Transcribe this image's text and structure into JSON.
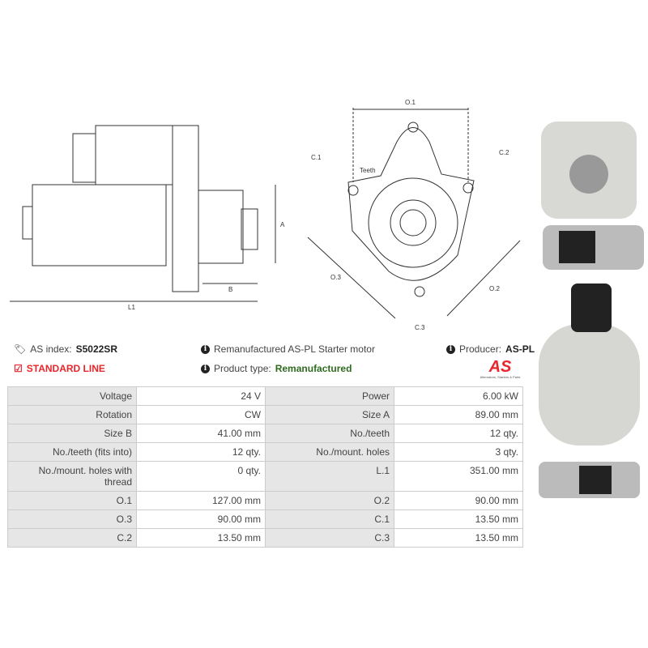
{
  "diagram_labels": {
    "a": "A",
    "b": "B",
    "l1": "L1",
    "o1": "O.1",
    "o2": "O.2",
    "o3": "O.3",
    "c1": "C.1",
    "c2": "C.2",
    "c3": "C.3",
    "teeth": "Teeth"
  },
  "info": {
    "as_index_label": "AS index:",
    "as_index_value": "S5022SR",
    "standard_line": "STANDARD LINE",
    "description": "Remanufactured AS-PL Starter motor",
    "product_type_label": "Product type:",
    "product_type_value": "Remanufactured",
    "producer_label": "Producer:",
    "producer_value": "AS-PL",
    "logo_text": "AS",
    "logo_tagline": "Alternators, Starters & Parts"
  },
  "colors": {
    "red": "#e8262b",
    "green": "#2e6b1f",
    "label_bg": "#e6e6e6"
  },
  "specs": [
    [
      "Voltage",
      "24 V",
      "Power",
      "6.00 kW"
    ],
    [
      "Rotation",
      "CW",
      "Size A",
      "89.00 mm"
    ],
    [
      "Size B",
      "41.00 mm",
      "No./teeth",
      "12 qty."
    ],
    [
      "No./teeth (fits into)",
      "12 qty.",
      "No./mount. holes",
      "3 qty."
    ],
    [
      "No./mount. holes with thread",
      "0 qty.",
      "L.1",
      "351.00 mm"
    ],
    [
      "O.1",
      "127.00 mm",
      "O.2",
      "90.00 mm"
    ],
    [
      "O.3",
      "90.00 mm",
      "C.1",
      "13.50 mm"
    ],
    [
      "C.2",
      "13.50 mm",
      "C.3",
      "13.50 mm"
    ]
  ]
}
